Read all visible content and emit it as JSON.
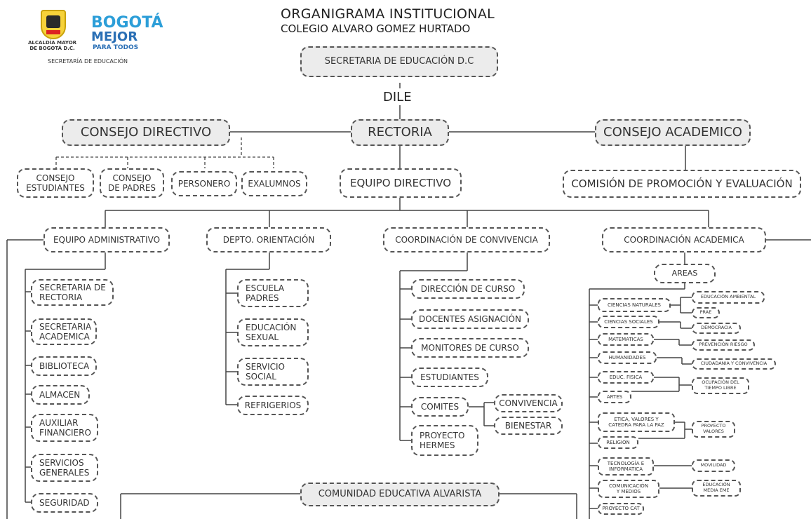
{
  "header": {
    "title": "ORGANIGRAMA INSTITUCIONAL",
    "subtitle": "COLEGIO ALVARO GOMEZ HURTADO"
  },
  "logo": {
    "alcaldia": "ALCALDÍA MAYOR\nDE BOGOTÁ D.C.",
    "bogota": "BOGOTÁ",
    "mejor": "MEJOR",
    "para_todos": "PARA TODOS",
    "secretaria": "SECRETARÍA DE EDUCACIÓN"
  },
  "top": {
    "sed": "SECRETARIA DE EDUCACIÓN D.C",
    "dile": "DILE",
    "consejo_directivo": "CONSEJO DIRECTIVO",
    "rectoria": "RECTORIA",
    "consejo_academico": "CONSEJO ACADEMICO",
    "equipo_directivo": "EQUIPO DIRECTIVO",
    "comision": "COMISIÓN DE PROMOCIÓN Y EVALUACIÓN",
    "consejo_estudiantes": "CONSEJO\nESTUDIANTES",
    "consejo_padres": "CONSEJO\nDE PADRES",
    "personero": "PERSONERO",
    "exalumnos": "EXALUMNOS"
  },
  "admin": {
    "label": "EQUIPO ADMINISTRATIVO",
    "items": [
      "SECRETARIA DE\nRECTORIA",
      "SECRETARIA\nACADEMICA",
      "BIBLIOTECA",
      "ALMACEN",
      "AUXILIAR\nFINANCIERO",
      "SERVICIOS\nGENERALES",
      "SEGURIDAD"
    ]
  },
  "orientacion": {
    "label": "DEPTO. ORIENTACIÓN",
    "items": [
      "ESCUELA\nPADRES",
      "EDUCACIÓN\nSEXUAL",
      "SERVICIO\nSOCIAL",
      "REFRIGERIOS"
    ]
  },
  "convivencia": {
    "label": "COORDINACIÓN DE CONVIVENCIA",
    "items": [
      "DIRECCIÓN DE CURSO",
      "DOCENTES ASIGNACIÓN",
      "MONITORES DE CURSO",
      "ESTUDIANTES",
      "COMITES",
      "PROYECTO\nHERMES"
    ],
    "comites": [
      "CONVIVENCIA",
      "BIENESTAR"
    ]
  },
  "academica": {
    "label": "COORDINACIÓN ACADEMICA",
    "areas_label": "AREAS",
    "areas": [
      "CIENCIAS NATURALES",
      "CIENCIAS SOCIALES",
      "MATEMATICAS",
      "HUMANIDADES",
      "EDUC. FISICA",
      "ARTES",
      "ETICA, VALORES Y\nCATEDRA PARA LA PAZ",
      "RELIGION",
      "TECNOLOGÍA E\nINFORMATICA",
      "COMUNICACIÓN\nY MEDIOS",
      "PROYECTO CAT"
    ],
    "projects": [
      "EDUCACIÓN AMBIENTAL",
      "PRAE",
      "DEMOCRACIA",
      "PREVENCIÓN RIESGO",
      "CIUDADANIA Y CONVIVENCIA",
      "OCUPACIÓN DEL\nTIEMPO LIBRE",
      "PROYECTO\nVALORES",
      "MOVILIDAD",
      "EDUCACIÓN\nMEDIA EME"
    ]
  },
  "comunidad": "COMUNIDAD EDUCATIVA ALVARISTA"
}
